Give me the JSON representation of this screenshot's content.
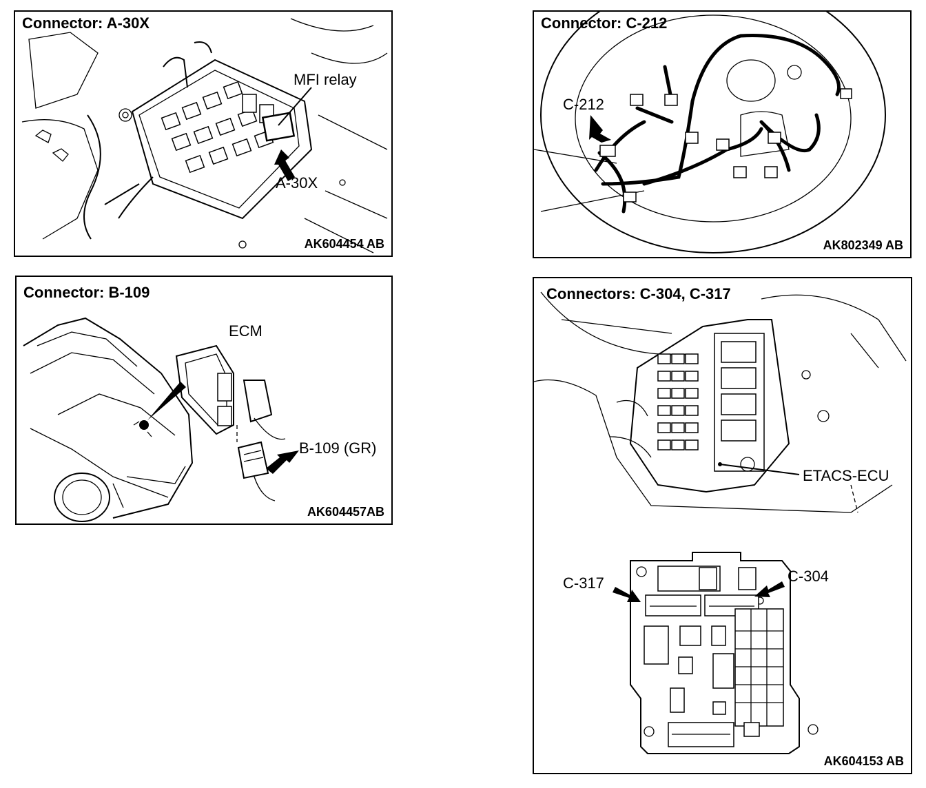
{
  "panels": [
    {
      "title": "Connector: A-30X",
      "code": "AK604454 AB",
      "labels": [
        "MFI relay",
        "A-30X"
      ]
    },
    {
      "title": "Connector: C-212",
      "code": "AK802349 AB",
      "labels": [
        "C-212"
      ]
    },
    {
      "title": "Connector: B-109",
      "code": "AK604457AB",
      "labels": [
        "ECM",
        "B-109 (GR)"
      ]
    },
    {
      "title": "Connectors:  C-304, C-317",
      "code": "AK604153 AB",
      "labels": [
        "ETACS-ECU",
        "C-317",
        "C-304"
      ]
    }
  ]
}
